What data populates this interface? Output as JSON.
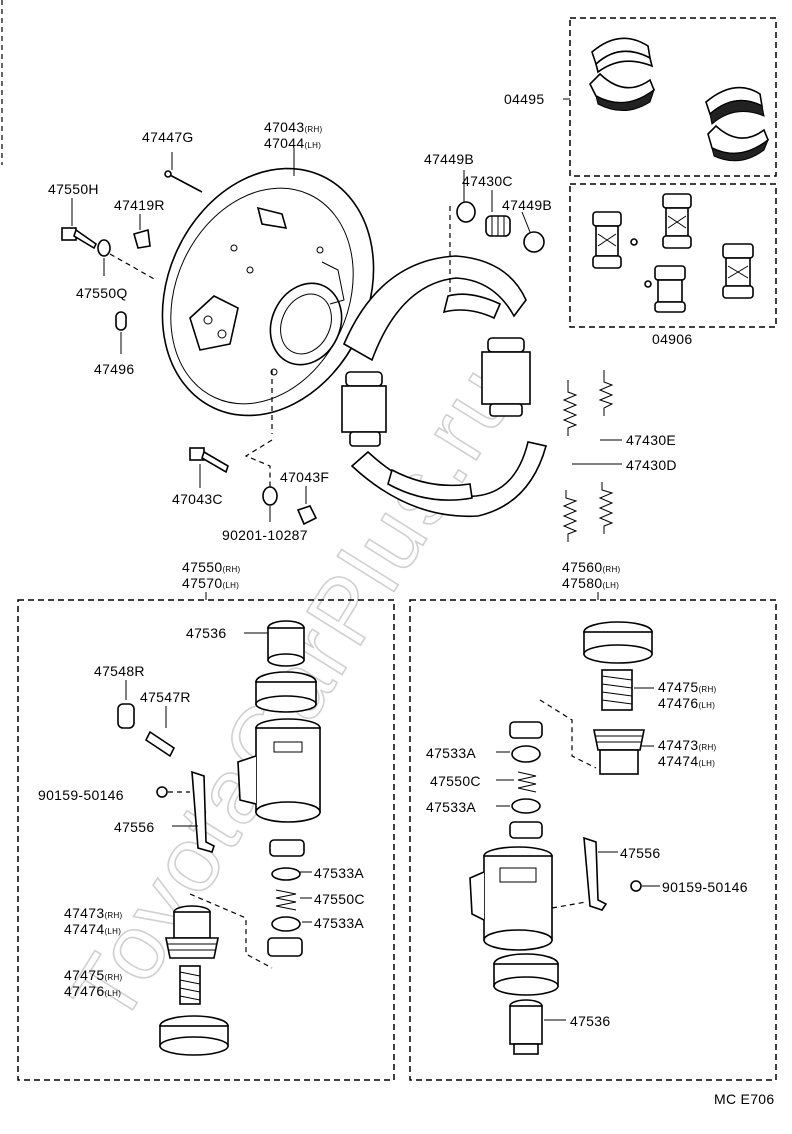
{
  "watermark": "ToyotaCarPlus.ru",
  "drawing_code": "MC E706",
  "labels": {
    "p04495": "04495",
    "p04906": "04906",
    "p47447G": "47447G",
    "p47043": "47043",
    "p47044": "47044",
    "rh": "(RH)",
    "lh": "(LH)",
    "p47550H": "47550H",
    "p47419R": "47419R",
    "p47550Q": "47550Q",
    "p47496": "47496",
    "p47449B_a": "47449B",
    "p47430C": "47430C",
    "p47449B_b": "47449B",
    "p47430E": "47430E",
    "p47430D": "47430D",
    "p47043C": "47043C",
    "p47043F": "47043F",
    "p90201": "90201-10287",
    "p47550": "47550",
    "p47570": "47570",
    "p47560": "47560",
    "p47580": "47580",
    "L_47536": "47536",
    "L_47548R": "47548R",
    "L_47547R": "47547R",
    "L_90159": "90159-50146",
    "L_47556": "47556",
    "L_47533A_1": "47533A",
    "L_47550C": "47550C",
    "L_47533A_2": "47533A",
    "L_47473": "47473",
    "L_47474": "47474",
    "L_47475": "47475",
    "L_47476": "47476",
    "R_47475": "47475",
    "R_47476": "47476",
    "R_47473": "47473",
    "R_47474": "47474",
    "R_47533A_1": "47533A",
    "R_47550C": "47550C",
    "R_47533A_2": "47533A",
    "R_47556": "47556",
    "R_90159": "90159-50146",
    "R_47536": "47536"
  }
}
